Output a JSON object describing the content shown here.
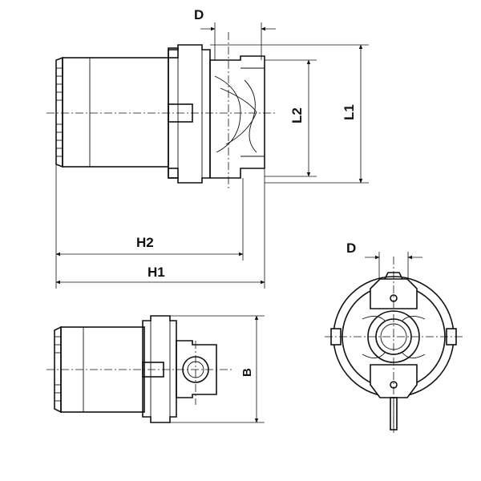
{
  "dimensions": {
    "top_view": {
      "d": "D",
      "l1": "L1",
      "l2": "L2",
      "h1": "H1",
      "h2": "H2"
    },
    "bottom_view": {
      "b": "B"
    },
    "end_view": {
      "d": "D"
    }
  },
  "colors": {
    "line": "#111111",
    "background": "#ffffff"
  }
}
